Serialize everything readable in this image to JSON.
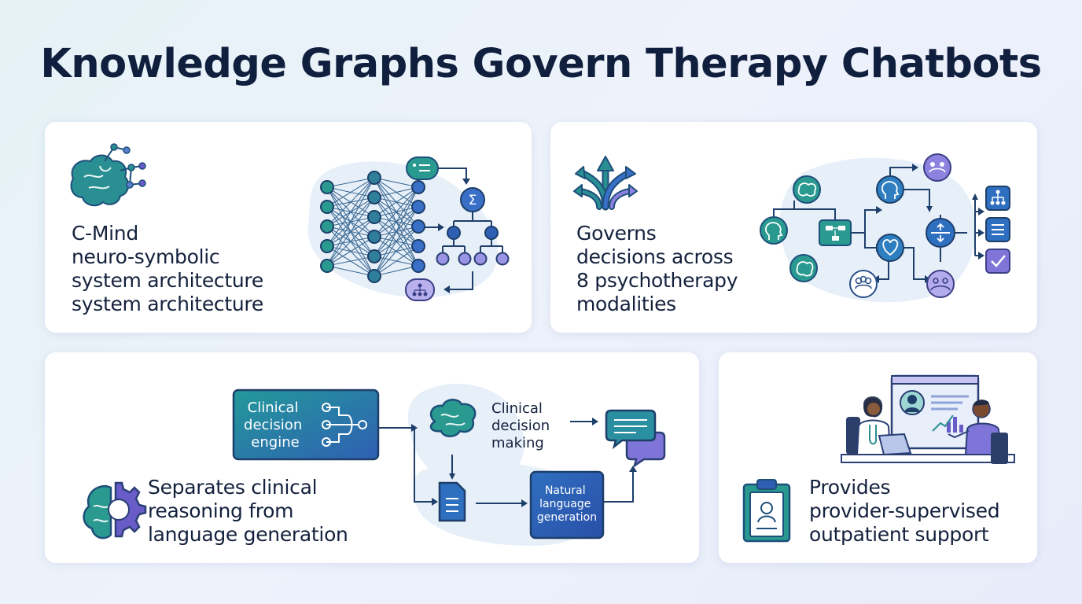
{
  "title": "Knowledge Graphs Govern Therapy Chatbots",
  "colors": {
    "navy": "#0f1f3d",
    "teal": "#1f8c8e",
    "blue": "#2f5fb3",
    "purple": "#6a5cc8",
    "lavender": "#b8b1ec"
  },
  "cards": {
    "c_mind": {
      "lines": [
        "C-Mind",
        "neuro-symbolic",
        "system architecture",
        "system architecture"
      ],
      "icons": [
        "brain-network-icon",
        "neural-network-icon",
        "symbolic-tree-icon",
        "sigma-icon",
        "chat-list-icon",
        "hierarchy-icon"
      ]
    },
    "modalities": {
      "lines": [
        "Governs",
        "decisions across",
        "8 psychotherapy",
        "modalities"
      ],
      "icons": [
        "branching-arrows-icon",
        "brain-icon",
        "head-icon",
        "flowchart-icon",
        "heart-icon",
        "group-icon",
        "decision-icon",
        "hierarchy-icon",
        "list-icon",
        "check-icon"
      ]
    },
    "separation": {
      "lines": [
        "Separates clinical",
        "reasoning from",
        "language generation"
      ],
      "engine_label": [
        "Clinical",
        "decision",
        "engine"
      ],
      "decision_label": [
        "Clinical",
        "decision",
        "making"
      ],
      "nlg_label": [
        "Natural",
        "language",
        "generation"
      ],
      "icons": [
        "brain-gear-icon",
        "brain-icon",
        "document-icon",
        "chat-bubbles-icon"
      ]
    },
    "support": {
      "lines": [
        "Provides",
        "provider-supervised",
        "outpatient support"
      ],
      "icons": [
        "clipboard-icon",
        "telehealth-scene-icon"
      ]
    }
  }
}
